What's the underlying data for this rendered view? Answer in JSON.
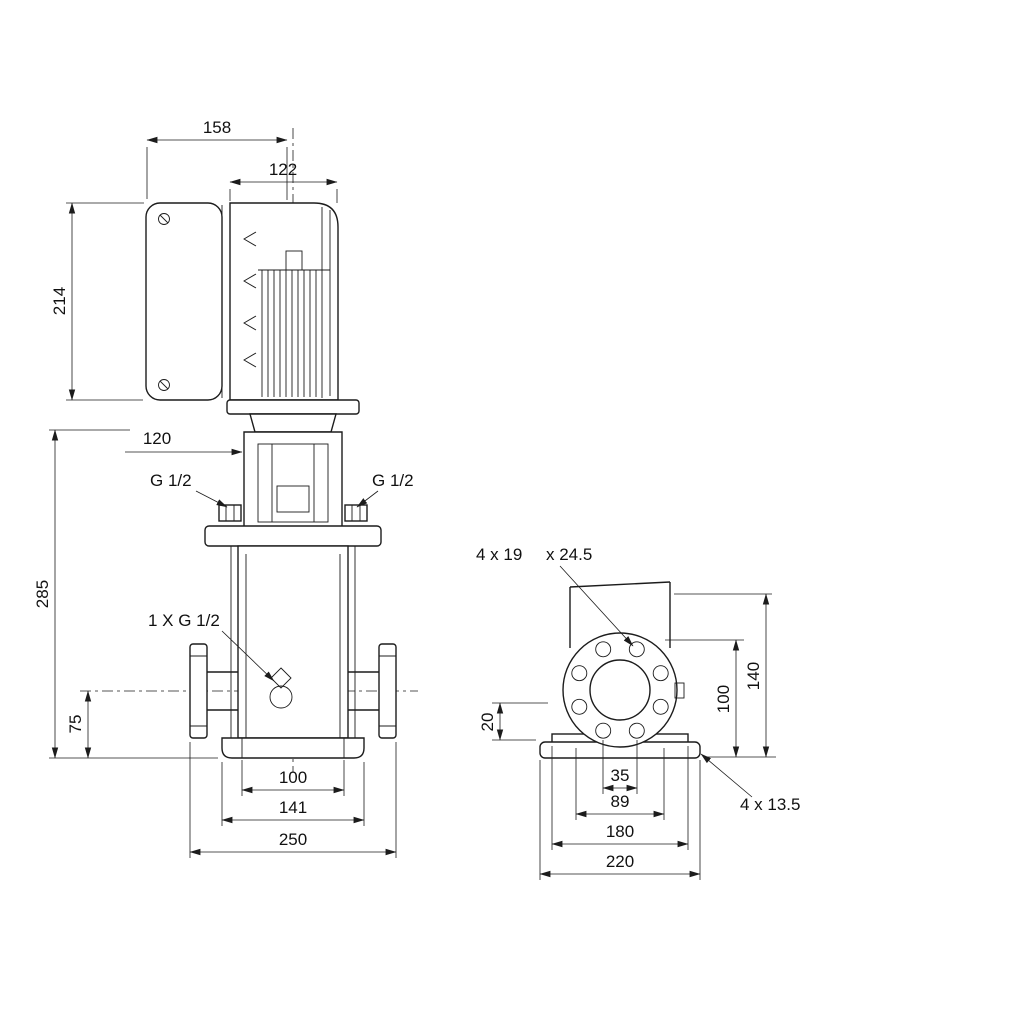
{
  "front_view": {
    "dims": {
      "total_width": "158",
      "motor_width": "122",
      "motor_height": "214",
      "coupling_width": "120",
      "pump_height": "285",
      "port_height": "75",
      "base_hole_spacing": "100",
      "base_width": "141",
      "port_to_port": "250"
    },
    "labels": {
      "port_left": "G 1/2",
      "port_right": "G 1/2",
      "drain": "1 X G 1/2"
    }
  },
  "side_view": {
    "dims": {
      "base_edge_offset": "20",
      "flange_center_height": "100",
      "overall_height": "140",
      "hole_spacing": "35",
      "flange_width": "89",
      "base_width": "180",
      "base_depth": "220"
    },
    "labels": {
      "flange_holes_a": "4 x 19",
      "flange_holes_b": "x 24.5",
      "base_holes": "4  x 13.5"
    }
  }
}
